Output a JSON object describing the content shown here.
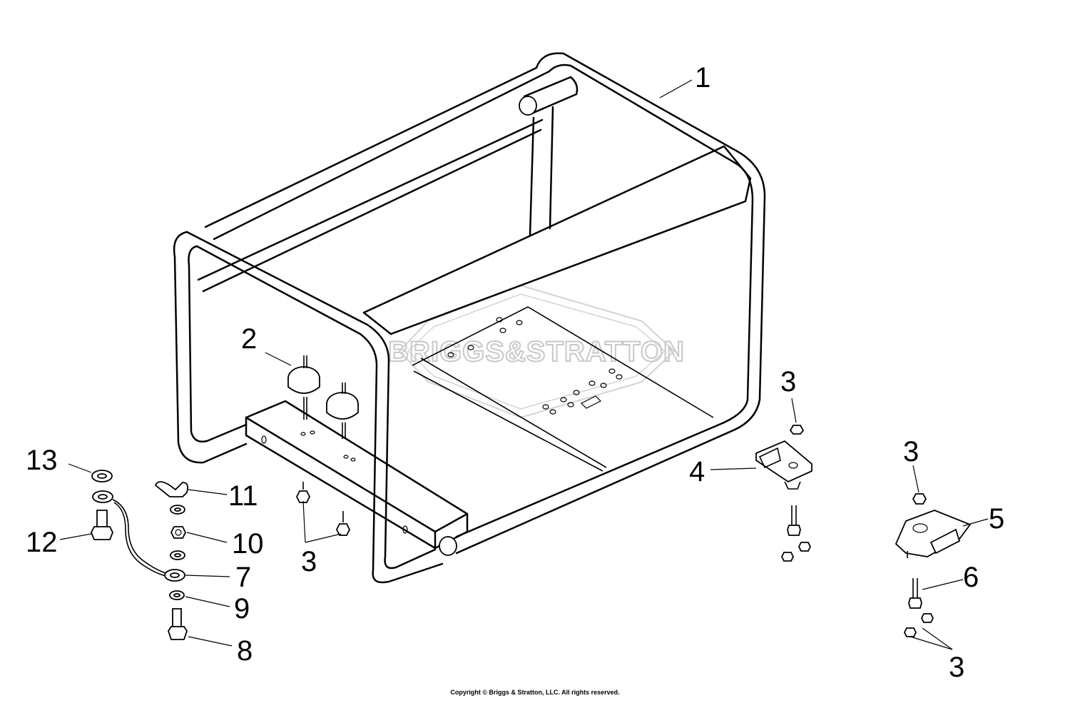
{
  "watermark": {
    "text": "BRIGGS&STRATTON",
    "color": "#c8c8c8"
  },
  "callouts": [
    {
      "id": "1",
      "label": "1"
    },
    {
      "id": "2",
      "label": "2"
    },
    {
      "id": "3a",
      "label": "3"
    },
    {
      "id": "3b",
      "label": "3"
    },
    {
      "id": "3c",
      "label": "3"
    },
    {
      "id": "3d",
      "label": "3"
    },
    {
      "id": "4",
      "label": "4"
    },
    {
      "id": "5",
      "label": "5"
    },
    {
      "id": "6",
      "label": "6"
    },
    {
      "id": "7",
      "label": "7"
    },
    {
      "id": "8",
      "label": "8"
    },
    {
      "id": "9",
      "label": "9"
    },
    {
      "id": "10",
      "label": "10"
    },
    {
      "id": "11",
      "label": "11"
    },
    {
      "id": "12",
      "label": "12"
    },
    {
      "id": "13",
      "label": "13"
    }
  ],
  "footer": {
    "copyright": "Copyright © Briggs & Stratton, LLC. All rights reserved."
  }
}
